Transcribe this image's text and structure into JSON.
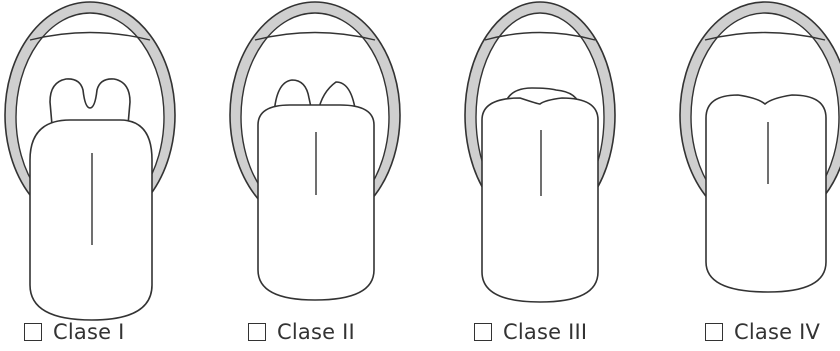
{
  "options": [
    {
      "label": "Clase I",
      "checked": false
    },
    {
      "label": "Clase II",
      "checked": false
    },
    {
      "label": "Clase III",
      "checked": false
    },
    {
      "label": "Clase IV",
      "checked": false
    }
  ],
  "colors": {
    "line": "#333333",
    "mouth_rim": "#cfcfcf",
    "checkbox_border": "#333333",
    "text": "#333333",
    "background": "#ffffff"
  }
}
